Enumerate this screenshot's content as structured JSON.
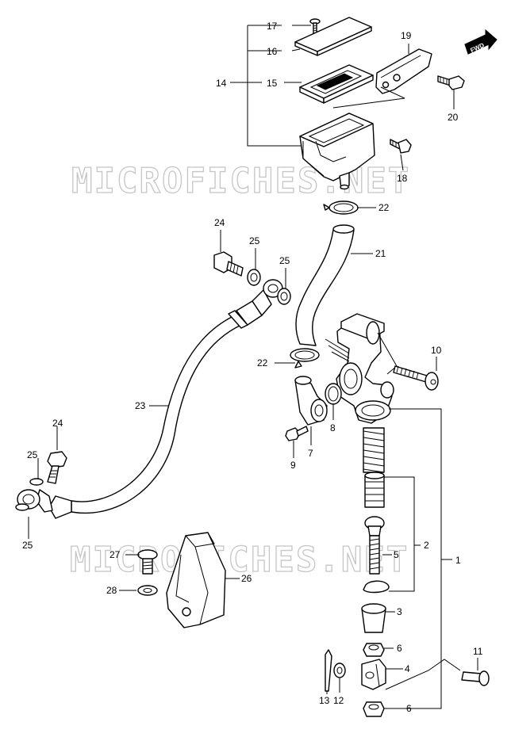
{
  "watermark": "MICROFICHES.NET",
  "fwd_badge": "FWD",
  "callouts": {
    "c1": "1",
    "c2": "2",
    "c3": "3",
    "c4": "4",
    "c5": "5",
    "c6a": "6",
    "c6b": "6",
    "c7": "7",
    "c8": "8",
    "c9": "9",
    "c10": "10",
    "c11": "11",
    "c12": "12",
    "c13": "13",
    "c14": "14",
    "c15": "15",
    "c16": "16",
    "c17": "17",
    "c18": "18",
    "c19": "19",
    "c20": "20",
    "c21": "21",
    "c22a": "22",
    "c22b": "22",
    "c23": "23",
    "c24a": "24",
    "c24b": "24",
    "c25a": "25",
    "c25b": "25",
    "c25c": "25",
    "c25d": "25",
    "c26": "26",
    "c27": "27",
    "c28": "28"
  }
}
